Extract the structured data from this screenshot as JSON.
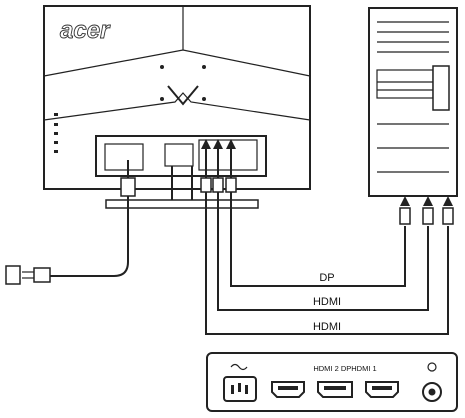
{
  "monitor": {
    "brand": "acer"
  },
  "cables": {
    "dp": "DP",
    "hdmi_1": "HDMI",
    "hdmi_2": "HDMI"
  },
  "port_panel": {
    "ports_label": "HDMI 2 DPHDMI 1"
  },
  "icons": [
    "acer-logo",
    "power-plug-icon",
    "ac-input-icon",
    "audio-out-icon"
  ]
}
